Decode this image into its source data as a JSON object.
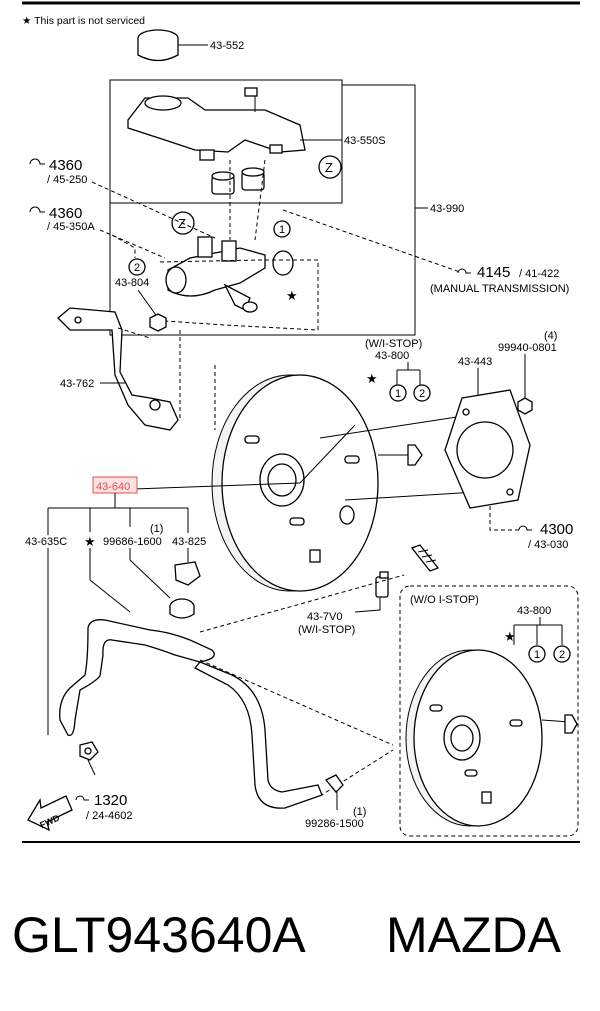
{
  "header_note": "★ This part is not serviced",
  "labels": {
    "p43_552": "43-552",
    "p43_550S": "43-550S",
    "p43_990": "43-990",
    "p4360_a": "4360",
    "p45_250": "/ 45-250",
    "p4360_b": "4360",
    "p45_350A": "/ 45-350A",
    "p4145": "4145",
    "p41_422": "/ 41-422",
    "manual_trans": "(MANUAL TRANSMISSION)",
    "p43_804": "43-804",
    "p43_762": "43-762",
    "wi_stop_1": "(W/I-STOP)",
    "p43_800_a": "43-800",
    "p43_443": "43-443",
    "qty4": "(4)",
    "p99940": "99940-0801",
    "p43_640": "43-640",
    "p43_635C": "43-635C",
    "p99686": "99686-1600",
    "qty1_a": "(1)",
    "p43_825": "43-825",
    "p4300": "4300",
    "p43_030": "/ 43-030",
    "p43_7V0": "43-7V0",
    "wi_stop_2": "(W/I-STOP)",
    "wo_istop": "(W/O I-STOP)",
    "p43_800_b": "43-800",
    "p1320": "1320",
    "p24_4602": "/ 24-4602",
    "qty1_b": "(1)",
    "p99286": "99286-1500",
    "fwd": "FWD",
    "z": "Z",
    "n1": "1",
    "n2": "2",
    "star": "★"
  },
  "caption": {
    "part_number": "GLT943640A",
    "brand": "MAZDA"
  },
  "colors": {
    "highlight": "#e05050"
  }
}
